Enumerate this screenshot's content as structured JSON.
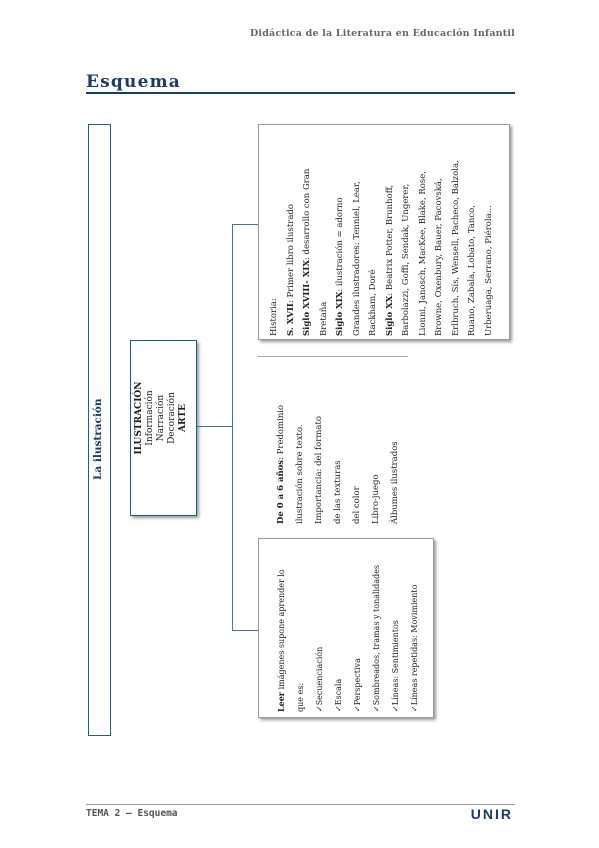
{
  "header": {
    "running_title": "Didáctica de la Literatura en Educación Infantil"
  },
  "page": {
    "title": "Esquema"
  },
  "diagram": {
    "root": "La ilustración",
    "center": {
      "title": "ILUSTRACIÓN",
      "lines": [
        "Información",
        "Narración",
        "Decoración",
        "ARTE"
      ]
    },
    "left_box": {
      "lines": [
        {
          "bold": "Leer",
          "text": " imágenes supone aprender lo"
        },
        {
          "bold": "",
          "text": "que es:"
        },
        {
          "bold": "",
          "text": "✓Secuenciación"
        },
        {
          "bold": "",
          "text": "✓Escala"
        },
        {
          "bold": "",
          "text": "✓Perspectiva"
        },
        {
          "bold": "",
          "text": "✓Sombreados, tramas y tonalidades"
        },
        {
          "bold": "",
          "text": "✓Líneas: Sentimientos"
        },
        {
          "bold": "",
          "text": "✓Líneas repetidas: Movimiento"
        }
      ]
    },
    "middle_box": {
      "lines": [
        {
          "bold": "De 0 a 6 años",
          "text": ": Predominio"
        },
        {
          "bold": "",
          "text": "ilustración sobre texto."
        },
        {
          "bold": "",
          "text": "Importancia: del formato"
        },
        {
          "bold": "",
          "text": "        de las texturas"
        },
        {
          "bold": "",
          "text": "        del color"
        },
        {
          "bold": "",
          "text": "Libro-juego"
        },
        {
          "bold": "",
          "text": "Álbumes ilustrados"
        }
      ]
    },
    "right_box": {
      "lines": [
        {
          "bold": "",
          "text": "Historia:"
        },
        {
          "bold": "S. XVII",
          "text": ": Primer libro ilustrado"
        },
        {
          "bold": "Siglo XVIII- XIX",
          "text": ": desarrollo con Gran"
        },
        {
          "bold": "",
          "text": "Bretaña"
        },
        {
          "bold": "Siglo XIX",
          "text": ": ilustración = adorno"
        },
        {
          "bold": "",
          "text": "Grandes ilustradores: Tenniel, Lear,"
        },
        {
          "bold": "",
          "text": "Rackham, Doré"
        },
        {
          "bold": "Siglo XX",
          "text": ": Beatrix Potter, Brunhoff,"
        },
        {
          "bold": "",
          "text": "Barbolazzi, Goffi, Sendak, Ungerer,"
        },
        {
          "bold": "",
          "text": "Lionni, Janosch, MacKee, Blake, Rose,"
        },
        {
          "bold": "",
          "text": "Browne, Oxenbury, Bauer, Pacovská,"
        },
        {
          "bold": "",
          "text": "Erlbruch, Sís, Wensell, Pacheco, Balzola,"
        },
        {
          "bold": "",
          "text": "Ruano, Zabala, Lobato, Tanco,"
        },
        {
          "bold": "",
          "text": "Urberuaga, Serrano, Piérola..."
        }
      ]
    }
  },
  "footer": {
    "label": "TEMA 2 – Esquema",
    "logo": "UNIR"
  }
}
